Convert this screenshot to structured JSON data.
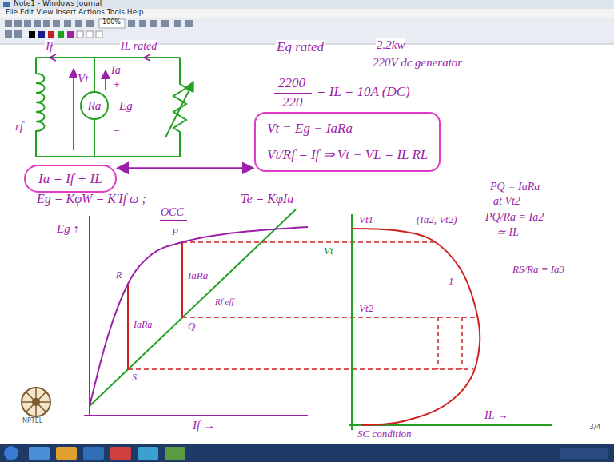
{
  "diagram": {
    "nodes": [
      {
        "text": [
          "Ra"
        ]
      },
      {
        "text": [
          "Vt = Eg − IaRa",
          "Vt/Rf = If ⇒ Vt − VL = IL RL"
        ]
      },
      {
        "text": [
          "Ia = If + IL"
        ]
      }
    ],
    "edges": [
      {
        "from": 2,
        "to": 1,
        "arrow": "both"
      }
    ],
    "labels": [
      "Note1 - Windows Journal",
      "File Edit View Insert Actions Tools Help",
      "100%",
      "If",
      "IL rated",
      "Vt",
      "Ia",
      "+",
      "−",
      "rf",
      "Eg",
      "Eg rated",
      "2.2kw",
      "220V dc generator",
      "2200",
      "220",
      "= IL = 10A (DC)",
      "Eg = KφW = K'If ω ;",
      "Te = KφIa",
      "PQ = IaRa",
      "at Vt2",
      "PQ/Ra = Ia2",
      "≃ IL",
      "RS/Ra = Ia3",
      "Eg ↑",
      "OCC",
      "P",
      "IaRa",
      "Q",
      "Rf eff",
      "R",
      "IaRa",
      "S",
      "Vt",
      "Vt1",
      "(Ia2, Vt2)",
      "Vt2",
      "1",
      "If →",
      "SC condition",
      "IL →",
      "NPTEL",
      "3/4"
    ]
  }
}
